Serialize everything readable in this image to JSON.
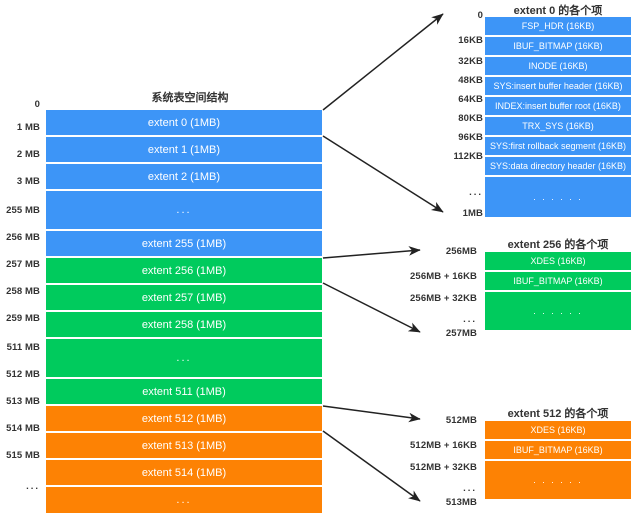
{
  "colors": {
    "blue": "#3d95f7",
    "green": "#00cb5d",
    "orange": "#fd8204",
    "text_dark": "#333333",
    "text_light": "#ffffff",
    "background": "#ffffff",
    "arrow": "#222222"
  },
  "main": {
    "title": "系统表空间结构",
    "offset_labels": [
      "0",
      "1 MB",
      "2 MB",
      "3 MB",
      "255 MB",
      "256 MB",
      "257 MB",
      "258 MB",
      "259 MB",
      "511 MB",
      "512 MB",
      "513 MB",
      "514 MB",
      "515 MB",
      "..."
    ],
    "rows": [
      {
        "label": "extent 0 (1MB)",
        "color": "blue"
      },
      {
        "label": "extent 1 (1MB)",
        "color": "blue"
      },
      {
        "label": "extent 2 (1MB)",
        "color": "blue"
      },
      {
        "label": "...",
        "color": "blue"
      },
      {
        "label": "extent 255 (1MB)",
        "color": "blue"
      },
      {
        "label": "extent 256 (1MB)",
        "color": "green"
      },
      {
        "label": "extent 257 (1MB)",
        "color": "green"
      },
      {
        "label": "extent 258 (1MB)",
        "color": "green"
      },
      {
        "label": "...",
        "color": "green"
      },
      {
        "label": "extent 511 (1MB)",
        "color": "green"
      },
      {
        "label": "extent 512 (1MB)",
        "color": "orange"
      },
      {
        "label": "extent 513 (1MB)",
        "color": "orange"
      },
      {
        "label": "extent 514 (1MB)",
        "color": "orange"
      },
      {
        "label": "...",
        "color": "orange"
      }
    ]
  },
  "extent0_panel": {
    "title": "extent 0 的各个项",
    "offset_labels": [
      "0",
      "16KB",
      "32KB",
      "48KB",
      "64KB",
      "80KB",
      "96KB",
      "112KB",
      "...",
      "1MB"
    ],
    "color": "blue",
    "rows": [
      "FSP_HDR (16KB)",
      "IBUF_BITMAP (16KB)",
      "INODE (16KB)",
      "SYS:insert buffer header (16KB)",
      "INDEX:insert buffer root (16KB)",
      "TRX_SYS (16KB)",
      "SYS:first rollback segment (16KB)",
      "SYS:data directory header (16KB)",
      ". . . . . ."
    ]
  },
  "extent256_panel": {
    "title": "extent 256 的各个项",
    "offset_labels": [
      "256MB",
      "256MB + 16KB",
      "256MB + 32KB",
      "...",
      "257MB"
    ],
    "color": "green",
    "rows": [
      "XDES (16KB)",
      "IBUF_BITMAP (16KB)",
      ". . . . . ."
    ]
  },
  "extent512_panel": {
    "title": "extent 512 的各个项",
    "offset_labels": [
      "512MB",
      "512MB + 16KB",
      "512MB + 32KB",
      "...",
      "513MB"
    ],
    "color": "orange",
    "rows": [
      "XDES (16KB)",
      "IBUF_BITMAP (16KB)",
      ". . . . . ."
    ]
  }
}
